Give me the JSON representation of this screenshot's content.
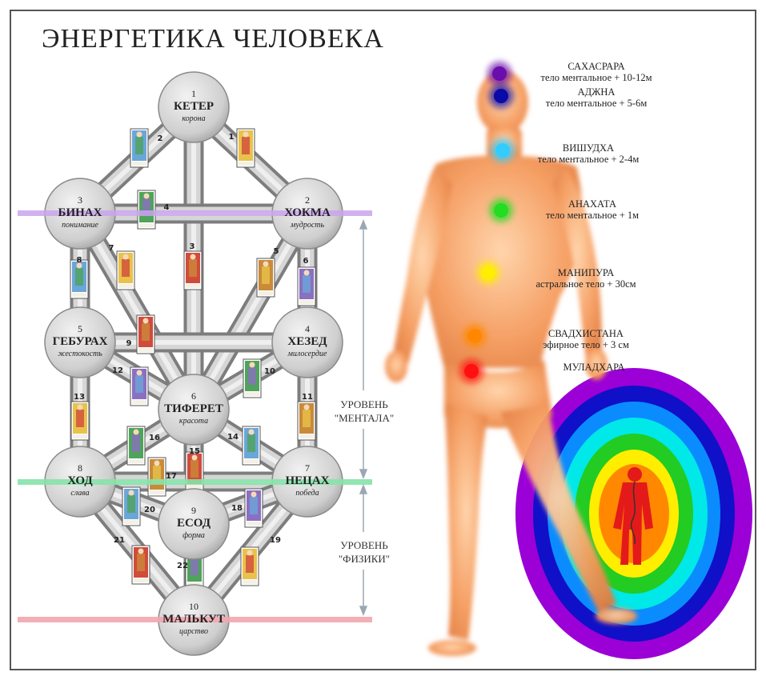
{
  "title": "ЭНЕРГЕТИКА ЧЕЛОВЕКА",
  "sephirot": [
    {
      "num": "1",
      "name": "КЕТЕР",
      "meaning": "корона"
    },
    {
      "num": "2",
      "name": "ХОКМА",
      "meaning": "мудрость"
    },
    {
      "num": "3",
      "name": "БИНАХ",
      "meaning": "понимание"
    },
    {
      "num": "4",
      "name": "ХЕЗЕД",
      "meaning": "милосердие"
    },
    {
      "num": "5",
      "name": "ГЕБУРАХ",
      "meaning": "жестокость"
    },
    {
      "num": "6",
      "name": "ТИФЕРЕТ",
      "meaning": "красота"
    },
    {
      "num": "7",
      "name": "НЕЦАХ",
      "meaning": "победа"
    },
    {
      "num": "8",
      "name": "ХОД",
      "meaning": "слава"
    },
    {
      "num": "9",
      "name": "ЕСОД",
      "meaning": "форма"
    },
    {
      "num": "10",
      "name": "МАЛЬКУТ",
      "meaning": "царство"
    }
  ],
  "paths": [
    "1",
    "2",
    "3",
    "4",
    "5",
    "6",
    "7",
    "8",
    "9",
    "10",
    "11",
    "12",
    "13",
    "14",
    "15",
    "16",
    "17",
    "18",
    "19",
    "20",
    "21",
    "22"
  ],
  "levels": {
    "mental": {
      "line1": "УРОВЕНЬ",
      "line2": "\"МЕНТАЛА\""
    },
    "physical": {
      "line1": "УРОВЕНЬ",
      "line2": "\"ФИЗИКИ\""
    }
  },
  "chakras": [
    {
      "name": "САХАСРАРА",
      "desc": "тело ментальное + 10-12м",
      "color": "#6a0dad"
    },
    {
      "name": "АДЖНА",
      "desc": "тело ментальное + 5-6м",
      "color": "#0a0aa8"
    },
    {
      "name": "ВИШУДХА",
      "desc": "тело ментальное + 2-4м",
      "color": "#33ccff"
    },
    {
      "name": "АНАХАТА",
      "desc": "тело ментальное + 1м",
      "color": "#22dd22"
    },
    {
      "name": "МАНИПУРА",
      "desc": "астральное тело + 30см",
      "color": "#ffee00"
    },
    {
      "name": "СВАДХИСТАНА",
      "desc": "эфирное тело + 3 см",
      "color": "#ff8800"
    },
    {
      "name": "МУЛАДХАРА",
      "desc": "",
      "color": "#ff1111"
    }
  ],
  "aura_colors": [
    "#9b00d6",
    "#1010c8",
    "#0a8cff",
    "#00e8e8",
    "#22cc22",
    "#ffee00",
    "#ff8800"
  ],
  "colors": {
    "level_mental": "#c8a0e8",
    "level_boundary": "#7fe0a0",
    "level_bottom": "#f0a0a8"
  }
}
